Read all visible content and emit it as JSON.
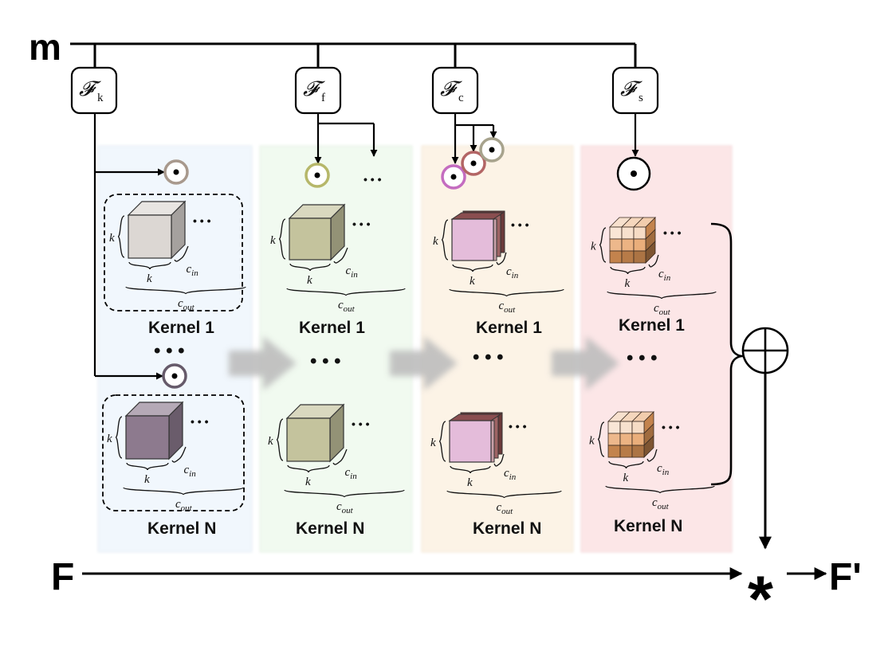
{
  "inputs": {
    "mask": "m",
    "features": "F",
    "output": "F'"
  },
  "functions": [
    {
      "symbol": "𝓕",
      "subscript": "k"
    },
    {
      "symbol": "𝓕",
      "subscript": "f"
    },
    {
      "symbol": "𝓕",
      "subscript": "c"
    },
    {
      "symbol": "𝓕",
      "subscript": "s"
    }
  ],
  "kernel_labels": {
    "first": "Kernel 1",
    "last": "Kernel N"
  },
  "dims": {
    "k": "k",
    "c": "c",
    "in": "in",
    "out": "out"
  },
  "ellipsis": "• • •",
  "small_ellipsis": "• • •",
  "operators": {
    "sum": "⊕",
    "conv": "*"
  },
  "colors": {
    "panel_kernel": "#f1f7fd",
    "panel_filter": "#f1faf0",
    "panel_channel": "#fcf3e6",
    "panel_spatial": "#fce6e7",
    "cube_kernel_1": "#dcd7d3",
    "cube_kernel_n": "#8d7a8e",
    "cube_filter": "#c4c39d",
    "cube_channel": "#e4bcda",
    "cube_spatial": "#e59a5a",
    "flow_arrow": "#bdbdbd"
  }
}
